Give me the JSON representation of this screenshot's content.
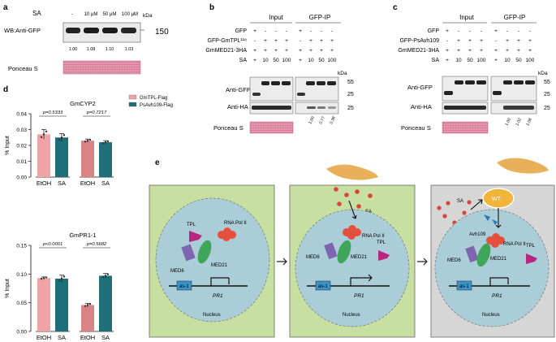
{
  "panel_letters": {
    "a": "a",
    "b": "b",
    "c": "c",
    "d": "d",
    "e": "e"
  },
  "panel_a": {
    "sa_label": "SA",
    "lanes": [
      "-",
      "10 μM",
      "50 μM",
      "100 μM"
    ],
    "kda": "kDa",
    "blot_label": "WB:Anti-GFP",
    "marker": "150",
    "quant": [
      "1.00",
      "1.08",
      "1.10",
      "1.03"
    ],
    "ponceau": "Ponceau S"
  },
  "panel_b": {
    "input": "Input",
    "gfp_ip": "GFP-IP",
    "rows": [
      {
        "label": "GFP",
        "signs": [
          "+",
          "-",
          "-",
          "-",
          "+",
          "-",
          "-",
          "-"
        ]
      },
      {
        "label": "GFP-GmTPL¹¹⁸",
        "signs": [
          "-",
          "+",
          "+",
          "+",
          "-",
          "+",
          "+",
          "+"
        ]
      },
      {
        "label": "GmMED21-3HA",
        "signs": [
          "+",
          "+",
          "+",
          "+",
          "+",
          "+",
          "+",
          "+"
        ]
      },
      {
        "label": "SA",
        "signs": [
          "+",
          "10",
          "50",
          "100",
          "+",
          "10",
          "50",
          "100"
        ]
      }
    ],
    "kda": "kDa",
    "anti_gfp": "Anti-GFP",
    "anti_ha": "Anti-HA",
    "ponceau": "Ponceau S",
    "markers": [
      "55",
      "25",
      "25"
    ],
    "quant": [
      "1.00",
      "0.77",
      "0.38"
    ]
  },
  "panel_c": {
    "input": "Input",
    "gfp_ip": "GFP-IP",
    "rows": [
      {
        "label": "GFP",
        "signs": [
          "+",
          "-",
          "-",
          "-",
          "+",
          "-",
          "-",
          "-"
        ]
      },
      {
        "label": "GFP-PsAvh109",
        "signs": [
          "-",
          "+",
          "+",
          "+",
          "-",
          "+",
          "+",
          "+"
        ]
      },
      {
        "label": "GmMED21-3HA",
        "signs": [
          "+",
          "+",
          "+",
          "+",
          "+",
          "+",
          "+",
          "+"
        ]
      },
      {
        "label": "SA",
        "signs": [
          "+",
          "10",
          "50",
          "100",
          "+",
          "10",
          "50",
          "100"
        ]
      }
    ],
    "kda": "kDa",
    "anti_gfp": "Anti-GFP",
    "anti_ha": "Anti-HA",
    "ponceau": "Ponceau S",
    "markers": [
      "55",
      "25",
      "25"
    ],
    "quant": [
      "1.00",
      "1.02",
      "1.08"
    ]
  },
  "chart_data": [
    {
      "type": "bar",
      "title": "GmCYP2",
      "categories": [
        "EtOH",
        "SA",
        "EtOH",
        "SA"
      ],
      "series": [
        {
          "name": "GmTPL-Flag",
          "values": [
            0.027,
            0.023
          ],
          "err": [
            0.003,
            0.001
          ]
        },
        {
          "name": "PsAvh109-Flag",
          "values": [
            0.025,
            0.022
          ],
          "err": [
            0.0025,
            0.001
          ]
        }
      ],
      "ylabel": "% Input",
      "ylim": [
        0,
        0.04
      ],
      "yticks": [
        "0.00",
        "0.01",
        "0.02",
        "0.03",
        "0.04"
      ],
      "pvalues": [
        "p=0.5333",
        "p=0.7217"
      ],
      "legend": "top-right"
    },
    {
      "type": "bar",
      "title": "GmPR1-1",
      "categories": [
        "EtOH",
        "SA",
        "EtOH",
        "SA"
      ],
      "series": [
        {
          "name": "GmTPL-Flag",
          "values": [
            0.093,
            0.046
          ],
          "err": [
            0.002,
            0.003
          ]
        },
        {
          "name": "PsAvh109-Flag",
          "values": [
            0.092,
            0.097
          ],
          "err": [
            0.006,
            0.004
          ]
        }
      ],
      "ylabel": "% Input",
      "ylim": [
        0,
        0.15
      ],
      "yticks": [
        "0.00",
        "0.05",
        "0.10",
        "0.15"
      ],
      "pvalues": [
        "p<0.0001",
        "p=0.5682"
      ]
    }
  ],
  "panel_e": {
    "left": {
      "tpl": "TPL",
      "rnapol": "RNA Pol II",
      "med6": "MED6",
      "med21": "MED21",
      "as1": "as-1",
      "pr1": "PR1",
      "nucleus": "Nucleus"
    },
    "middle": {
      "sa": "SA",
      "rnapol": "RNA Pol II",
      "tpl": "TPL",
      "med6": "MED6",
      "med21": "MED21",
      "as1": "as-1",
      "pr1": "PR1",
      "nucleus": "Nucleus"
    },
    "right": {
      "sa": "SA",
      "wt": "WT",
      "avh": "Avh109",
      "rnapol": "RNA Pol II",
      "tpl": "TPL",
      "med6": "MED6",
      "med21": "MED21",
      "as1": "as-1",
      "pr1": "PR1",
      "nucleus": "Nucleus"
    },
    "colors": {
      "green": "#c7dea0",
      "grey": "#d6d6d6",
      "nucleus": "#a9cbd6",
      "rnapol": "#e4503c",
      "tpl": "#b8267f",
      "med6": "#7e65b0",
      "med21": "#3ea55a",
      "as1": "#3a94c4",
      "pathogen": "#e9b05a",
      "sa_dots": "#d9453a"
    }
  }
}
